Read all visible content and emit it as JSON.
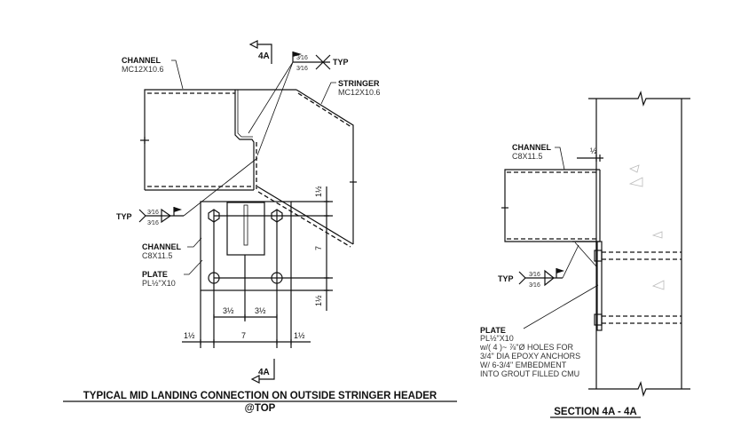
{
  "detail_left": {
    "title": "TYPICAL MID LANDING CONNECTION ON OUTSIDE STRINGER HEADER",
    "subtitle": "@TOP",
    "section_marker_top": "4A",
    "section_marker_bottom": "4A",
    "labels": {
      "channel_top": {
        "name": "CHANNEL",
        "spec": "MC12X10.6"
      },
      "stringer": {
        "name": "STRINGER",
        "spec": "MC12X10.6"
      },
      "channel_bottom": {
        "name": "CHANNEL",
        "spec": "C8X11.5"
      },
      "plate": {
        "name": "PLATE",
        "spec": "PL½\"X10"
      }
    },
    "welds": {
      "top": {
        "size_upper": "3⁄16",
        "size_lower": "3⁄16",
        "note": "TYP"
      },
      "left": {
        "size_upper": "3⁄16",
        "size_lower": "3⁄16",
        "note": "TYP"
      }
    },
    "dimensions": {
      "right_top": "1½",
      "right_mid": "7",
      "right_bottom": "1½",
      "bottom_inner_left": "3½",
      "bottom_inner_right": "3½",
      "bottom_left": "1½",
      "bottom_mid": "7",
      "bottom_right": "1½"
    }
  },
  "detail_right": {
    "title": "SECTION 4A - 4A",
    "labels": {
      "channel": {
        "name": "CHANNEL",
        "spec": "C8X11.5"
      },
      "plate": {
        "name": "PLATE",
        "lines": [
          "PL½\"X10",
          "w/( 4 )~ ⅞\"Ø HOLES FOR",
          "3/4\" DIA EPOXY ANCHORS",
          "W/ 6-3/4\" EMBEDMENT",
          "INTO GROUT FILLED CMU"
        ]
      }
    },
    "weld": {
      "size_upper": "3⁄16",
      "size_lower": "3⁄16",
      "note": "TYP"
    },
    "dimensions": {
      "gap": "½"
    }
  }
}
